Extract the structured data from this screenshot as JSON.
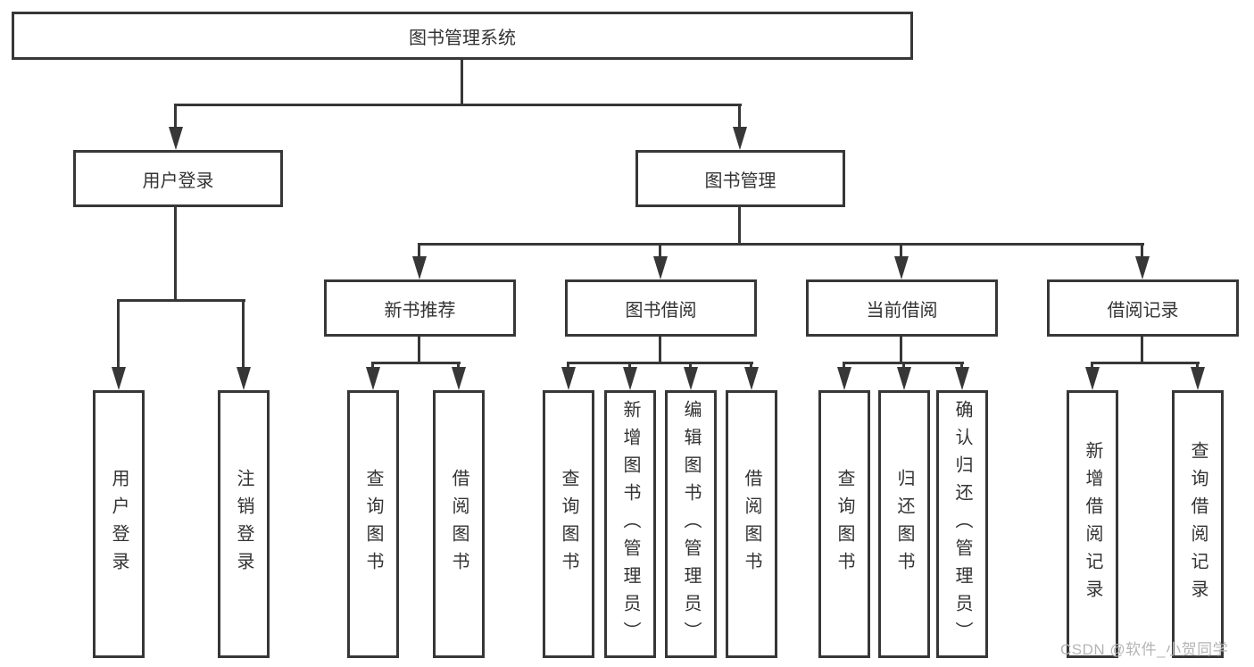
{
  "root": {
    "label": "图书管理系统"
  },
  "level2": {
    "user_login": {
      "label": "用户登录"
    },
    "book_management": {
      "label": "图书管理"
    }
  },
  "level3": {
    "new_book_recommend": {
      "label": "新书推荐"
    },
    "book_borrow": {
      "label": "图书借阅"
    },
    "current_borrow": {
      "label": "当前借阅"
    },
    "borrow_record": {
      "label": "借阅记录"
    }
  },
  "leaves": {
    "user_login": [
      "用户登录",
      "注销登录"
    ],
    "new_book_recommend": [
      "查询图书",
      "借阅图书"
    ],
    "book_borrow": [
      "查询图书",
      "新增图书（管理员）",
      "编辑图书（管理员）",
      "借阅图书"
    ],
    "current_borrow": [
      "查询图书",
      "归还图书",
      "确认归还（管理员）"
    ],
    "borrow_record": [
      "新增借阅记录",
      "查询借阅记录"
    ]
  },
  "watermark": {
    "text": "CSDN @软件_小贺同学"
  },
  "colors": {
    "line": "#373737",
    "text": "#333333",
    "background": "#ffffff",
    "watermark": "#b5b5b5"
  }
}
